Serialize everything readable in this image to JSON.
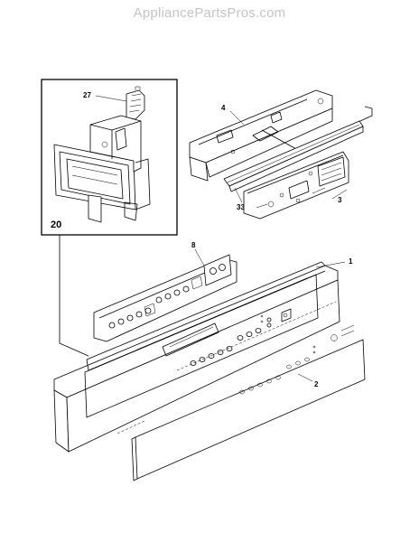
{
  "watermark": "AppliancePartsPros.com",
  "callouts": {
    "p27": "27",
    "p20": "20",
    "p4": "4",
    "p3": "3",
    "p33": "33",
    "p8": "8",
    "p1": "1",
    "p2": "2"
  }
}
